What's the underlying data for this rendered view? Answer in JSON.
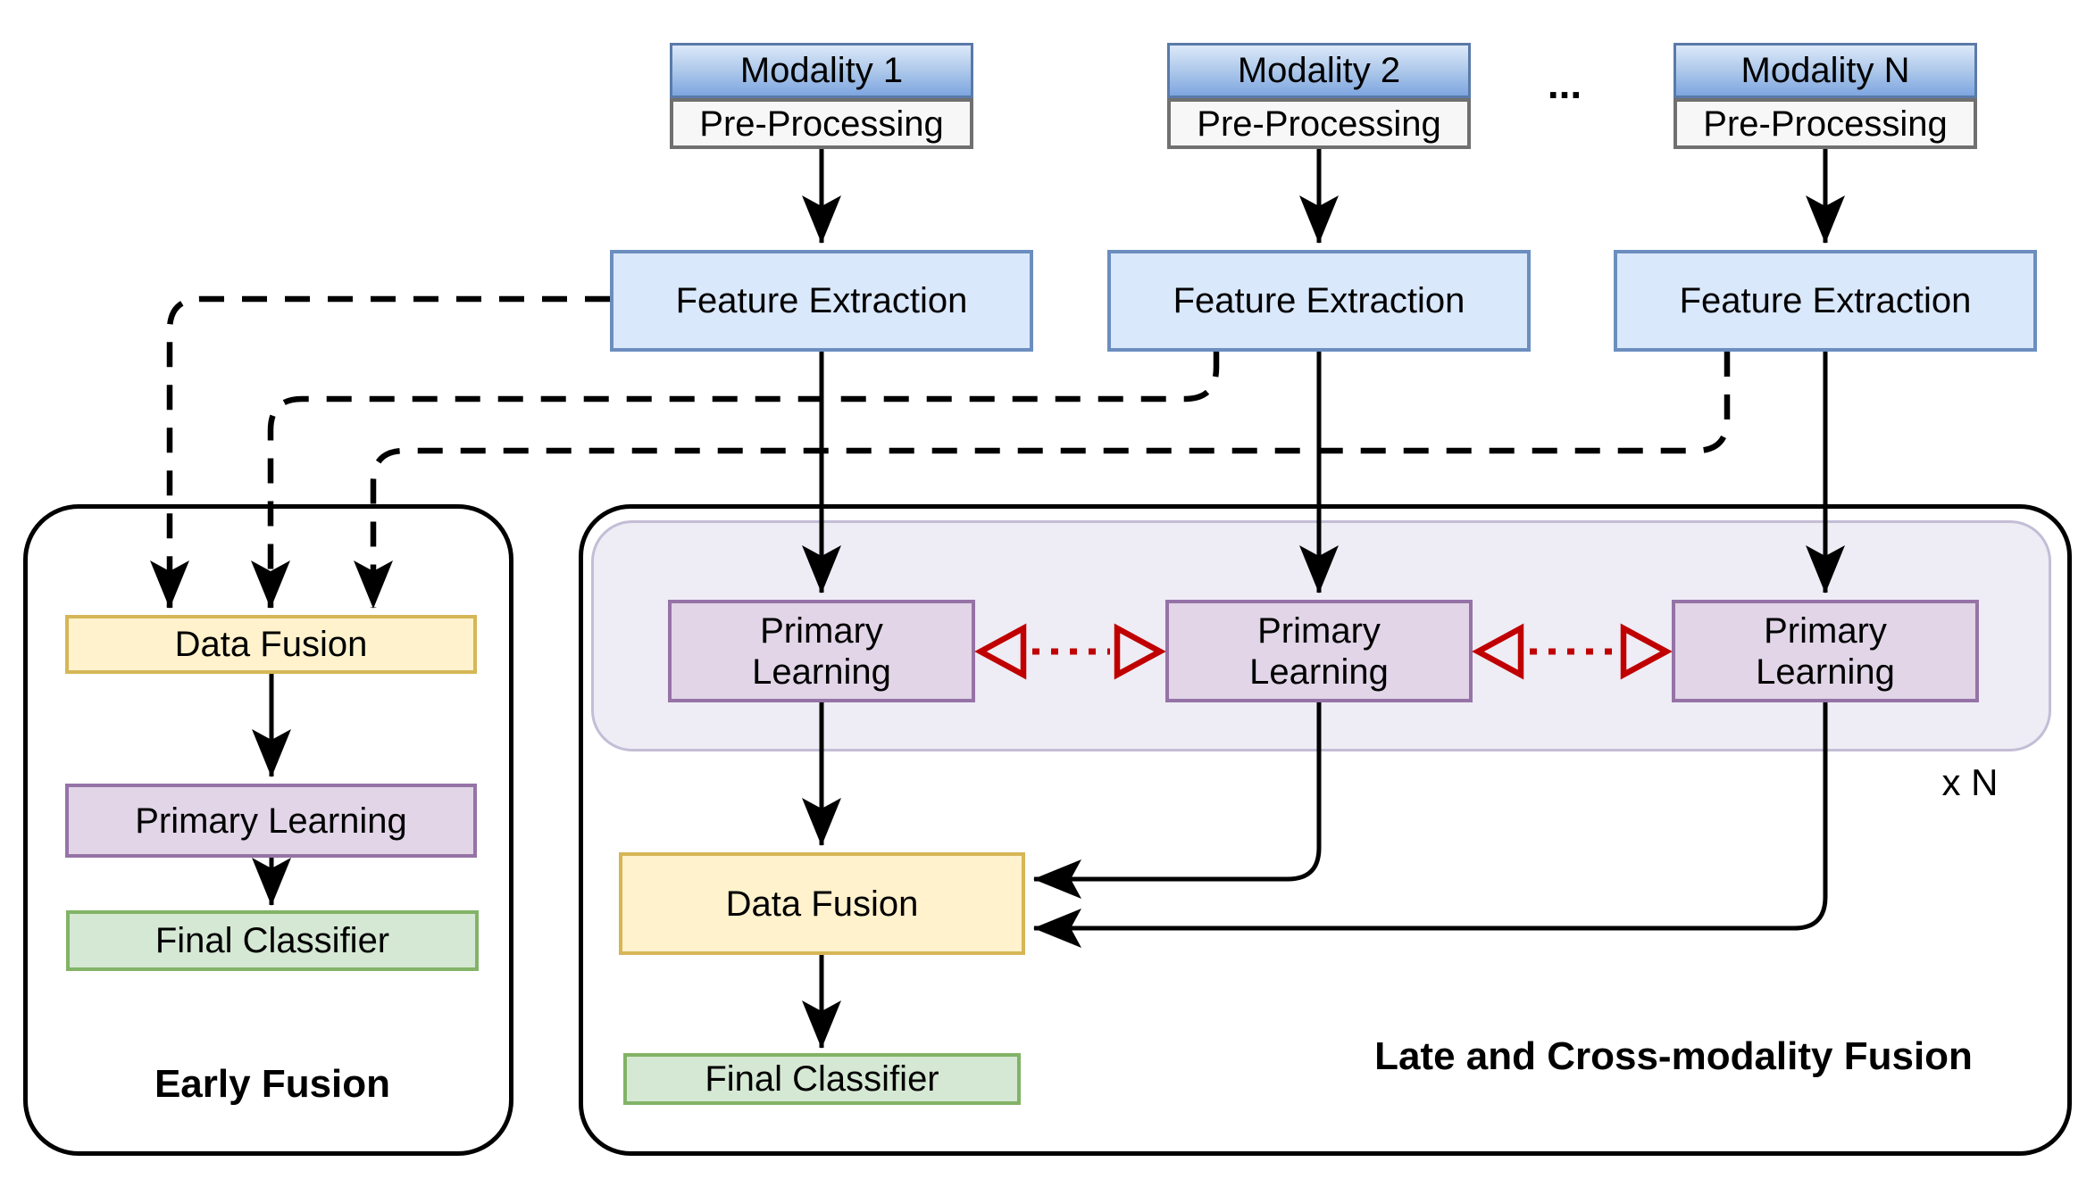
{
  "diagram": {
    "modalities": [
      {
        "title": "Modality 1",
        "preprocessing": "Pre-Processing"
      },
      {
        "title": "Modality 2",
        "preprocessing": "Pre-Processing"
      },
      {
        "title": "Modality N",
        "preprocessing": "Pre-Processing"
      }
    ],
    "ellipsis": "...",
    "feature_extraction": [
      "Feature Extraction",
      "Feature Extraction",
      "Feature Extraction"
    ],
    "early_fusion": {
      "data_fusion": "Data Fusion",
      "primary_learning": "Primary Learning",
      "final_classifier": "Final Classifier",
      "caption": "Early Fusion"
    },
    "late_fusion": {
      "primary_learning": [
        "Primary Learning",
        "Primary Learning",
        "Primary Learning"
      ],
      "repeat_label": "x N",
      "data_fusion": "Data Fusion",
      "final_classifier": "Final Classifier",
      "caption": "Late and Cross-modality Fusion"
    },
    "colors": {
      "modality_fill_top": "#dce9f9",
      "modality_fill_bottom": "#7ea6e0",
      "modality_stroke": "#5a7aa8",
      "preprocessing_fill": "#f7f7f7",
      "preprocessing_stroke": "#707070",
      "feature_fill": "#dae8fc",
      "feature_stroke": "#6c8ebf",
      "fusion_fill": "#fff2cc",
      "fusion_stroke": "#d6b656",
      "learning_fill": "#e1d5e7",
      "learning_stroke": "#9673a6",
      "classifier_fill": "#d5e8d4",
      "classifier_stroke": "#82b366",
      "group_fill": "#eeecf5",
      "group_stroke": "#c3bdd6",
      "cross_modality_arrow": "#c00000",
      "line": "#000000"
    }
  }
}
